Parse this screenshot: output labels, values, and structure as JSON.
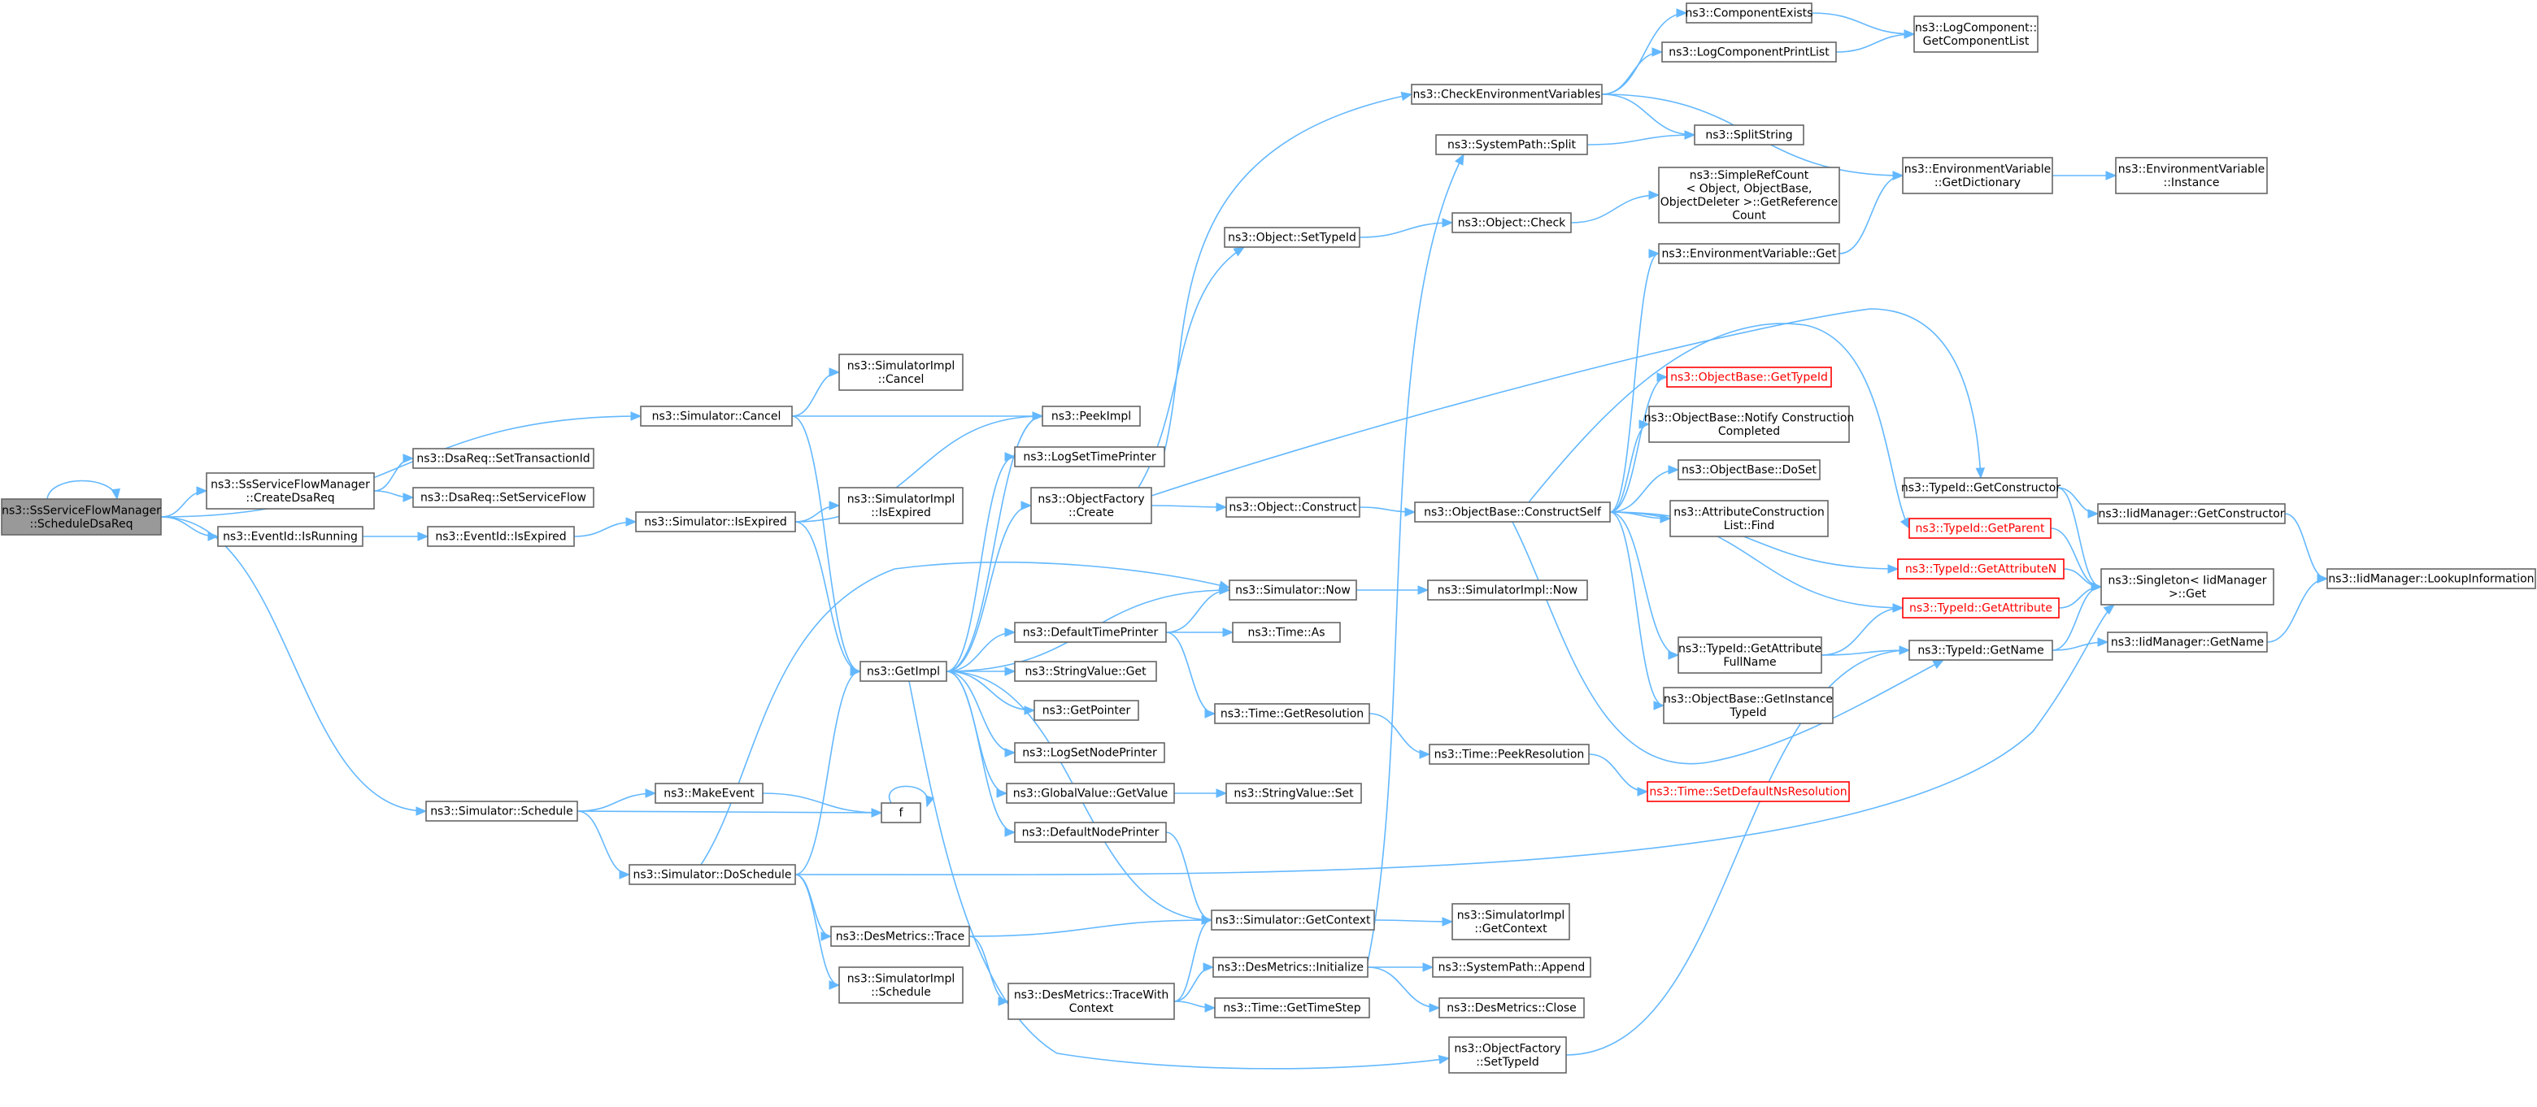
{
  "nodes": [
    {
      "id": "root",
      "lines": [
        "ns3::SsServiceFlowManager",
        "::ScheduleDsaReq"
      ],
      "style": "root"
    },
    {
      "id": "cancel",
      "lines": [
        "ns3::Simulator::Cancel"
      ]
    },
    {
      "id": "createDsaReq",
      "lines": [
        "ns3::SsServiceFlowManager",
        "::CreateDsaReq"
      ]
    },
    {
      "id": "isRunning",
      "lines": [
        "ns3::EventId::IsRunning"
      ]
    },
    {
      "id": "schedule",
      "lines": [
        "ns3::Simulator::Schedule"
      ]
    },
    {
      "id": "simImplCancel",
      "lines": [
        "ns3::SimulatorImpl",
        "::Cancel"
      ]
    },
    {
      "id": "peekImpl",
      "lines": [
        "ns3::PeekImpl"
      ]
    },
    {
      "id": "setTransactionId",
      "lines": [
        "ns3::DsaReq::SetTransactionId"
      ]
    },
    {
      "id": "setServiceFlow",
      "lines": [
        "ns3::DsaReq::SetServiceFlow"
      ]
    },
    {
      "id": "eidIsExpired",
      "lines": [
        "ns3::EventId::IsExpired"
      ]
    },
    {
      "id": "simIsExpired",
      "lines": [
        "ns3::Simulator::IsExpired"
      ]
    },
    {
      "id": "simImplIsExpired",
      "lines": [
        "ns3::SimulatorImpl",
        "::IsExpired"
      ]
    },
    {
      "id": "getImpl",
      "lines": [
        "ns3::GetImpl"
      ]
    },
    {
      "id": "makeEvent",
      "lines": [
        "ns3::MakeEvent"
      ]
    },
    {
      "id": "f",
      "lines": [
        "f"
      ]
    },
    {
      "id": "doSchedule",
      "lines": [
        "ns3::Simulator::DoSchedule"
      ]
    },
    {
      "id": "desTrace",
      "lines": [
        "ns3::DesMetrics::Trace"
      ]
    },
    {
      "id": "simImplSchedule",
      "lines": [
        "ns3::SimulatorImpl",
        "::Schedule"
      ]
    },
    {
      "id": "logSetTimePrinter",
      "lines": [
        "ns3::LogSetTimePrinter"
      ]
    },
    {
      "id": "objFactoryCreate",
      "lines": [
        "ns3::ObjectFactory",
        "::Create"
      ]
    },
    {
      "id": "simNow",
      "lines": [
        "ns3::Simulator::Now"
      ]
    },
    {
      "id": "defaultTimePrinter",
      "lines": [
        "ns3::DefaultTimePrinter"
      ]
    },
    {
      "id": "stringValueGet",
      "lines": [
        "ns3::StringValue::Get"
      ]
    },
    {
      "id": "getPointer",
      "lines": [
        "ns3::GetPointer"
      ]
    },
    {
      "id": "logSetNodePrinter",
      "lines": [
        "ns3::LogSetNodePrinter"
      ]
    },
    {
      "id": "globalValueGetValue",
      "lines": [
        "ns3::GlobalValue::GetValue"
      ]
    },
    {
      "id": "defaultNodePrinter",
      "lines": [
        "ns3::DefaultNodePrinter"
      ]
    },
    {
      "id": "desTraceWithContext",
      "lines": [
        "ns3::DesMetrics::TraceWith",
        "Context"
      ]
    },
    {
      "id": "checkEnvVars",
      "lines": [
        "ns3::CheckEnvironmentVariables"
      ]
    },
    {
      "id": "objSetTypeId",
      "lines": [
        "ns3::Object::SetTypeId"
      ]
    },
    {
      "id": "objConstruct",
      "lines": [
        "ns3::Object::Construct"
      ]
    },
    {
      "id": "timeAs",
      "lines": [
        "ns3::Time::As"
      ]
    },
    {
      "id": "timeGetResolution",
      "lines": [
        "ns3::Time::GetResolution"
      ]
    },
    {
      "id": "stringValueSet",
      "lines": [
        "ns3::StringValue::Set"
      ]
    },
    {
      "id": "simGetContext",
      "lines": [
        "ns3::Simulator::GetContext"
      ]
    },
    {
      "id": "desInitialize",
      "lines": [
        "ns3::DesMetrics::Initialize"
      ]
    },
    {
      "id": "timeGetTimeStep",
      "lines": [
        "ns3::Time::GetTimeStep"
      ]
    },
    {
      "id": "objFactorySetTypeId",
      "lines": [
        "ns3::ObjectFactory",
        "::SetTypeId"
      ]
    },
    {
      "id": "systemPathSplit",
      "lines": [
        "ns3::SystemPath::Split"
      ]
    },
    {
      "id": "objCheck",
      "lines": [
        "ns3::Object::Check"
      ]
    },
    {
      "id": "constructSelf",
      "lines": [
        "ns3::ObjectBase::ConstructSelf"
      ]
    },
    {
      "id": "simImplNow",
      "lines": [
        "ns3::SimulatorImpl::Now"
      ]
    },
    {
      "id": "timePeekResolution",
      "lines": [
        "ns3::Time::PeekResolution"
      ]
    },
    {
      "id": "simImplGetContext",
      "lines": [
        "ns3::SimulatorImpl",
        "::GetContext"
      ]
    },
    {
      "id": "systemPathAppend",
      "lines": [
        "ns3::SystemPath::Append"
      ]
    },
    {
      "id": "desClose",
      "lines": [
        "ns3::DesMetrics::Close"
      ]
    },
    {
      "id": "componentExists",
      "lines": [
        "ns3::ComponentExists"
      ]
    },
    {
      "id": "logComponentPrintList",
      "lines": [
        "ns3::LogComponentPrintList"
      ]
    },
    {
      "id": "splitString",
      "lines": [
        "ns3::SplitString"
      ]
    },
    {
      "id": "simpleRefCount",
      "lines": [
        "ns3::SimpleRefCount",
        "< Object, ObjectBase,",
        "ObjectDeleter >::GetReference",
        "Count"
      ]
    },
    {
      "id": "envVarGet",
      "lines": [
        "ns3::EnvironmentVariable::Get"
      ]
    },
    {
      "id": "objBaseGetTypeId",
      "lines": [
        "ns3::ObjectBase::GetTypeId"
      ],
      "style": "red"
    },
    {
      "id": "notifyConstructionCompleted",
      "lines": [
        "ns3::ObjectBase::Notify Construction",
        "Completed"
      ]
    },
    {
      "id": "objBaseDoSet",
      "lines": [
        "ns3::ObjectBase::DoSet"
      ]
    },
    {
      "id": "attrConstructionListFind",
      "lines": [
        "ns3::AttributeConstruction",
        "List::Find"
      ]
    },
    {
      "id": "typeIdGetAttributeFullName",
      "lines": [
        "ns3::TypeId::GetAttribute",
        "FullName"
      ]
    },
    {
      "id": "getInstanceTypeId",
      "lines": [
        "ns3::ObjectBase::GetInstance",
        "TypeId"
      ]
    },
    {
      "id": "setDefaultNsResolution",
      "lines": [
        "ns3::Time::SetDefaultNsResolution"
      ],
      "style": "red"
    },
    {
      "id": "logCompGetComponentList",
      "lines": [
        "ns3::LogComponent::",
        "GetComponentList"
      ]
    },
    {
      "id": "envVarGetDictionary",
      "lines": [
        "ns3::EnvironmentVariable",
        "::GetDictionary"
      ]
    },
    {
      "id": "typeIdGetConstructor",
      "lines": [
        "ns3::TypeId::GetConstructor"
      ]
    },
    {
      "id": "typeIdGetParent",
      "lines": [
        "ns3::TypeId::GetParent"
      ],
      "style": "red"
    },
    {
      "id": "typeIdGetAttributeN",
      "lines": [
        "ns3::TypeId::GetAttributeN"
      ],
      "style": "red"
    },
    {
      "id": "typeIdGetAttribute",
      "lines": [
        "ns3::TypeId::GetAttribute"
      ],
      "style": "red"
    },
    {
      "id": "typeIdGetName",
      "lines": [
        "ns3::TypeId::GetName"
      ]
    },
    {
      "id": "envVarInstance",
      "lines": [
        "ns3::EnvironmentVariable",
        "::Instance"
      ]
    },
    {
      "id": "iidMgrGetConstructor",
      "lines": [
        "ns3::IidManager::GetConstructor"
      ]
    },
    {
      "id": "singletonGet",
      "lines": [
        "ns3::Singleton< IidManager",
        ">::Get"
      ]
    },
    {
      "id": "iidMgrGetName",
      "lines": [
        "ns3::IidManager::GetName"
      ]
    },
    {
      "id": "iidMgrLookupInformation",
      "lines": [
        "ns3::IidManager::LookupInformation"
      ]
    }
  ],
  "edges": [
    [
      "root",
      "root"
    ],
    [
      "root",
      "cancel"
    ],
    [
      "root",
      "createDsaReq"
    ],
    [
      "root",
      "isRunning"
    ],
    [
      "root",
      "schedule"
    ],
    [
      "cancel",
      "simImplCancel"
    ],
    [
      "cancel",
      "peekImpl"
    ],
    [
      "cancel",
      "getImpl"
    ],
    [
      "createDsaReq",
      "setTransactionId"
    ],
    [
      "createDsaReq",
      "setServiceFlow"
    ],
    [
      "isRunning",
      "eidIsExpired"
    ],
    [
      "eidIsExpired",
      "simIsExpired"
    ],
    [
      "simIsExpired",
      "peekImpl"
    ],
    [
      "simIsExpired",
      "simImplIsExpired"
    ],
    [
      "simIsExpired",
      "getImpl"
    ],
    [
      "schedule",
      "makeEvent"
    ],
    [
      "schedule",
      "f"
    ],
    [
      "schedule",
      "doSchedule"
    ],
    [
      "makeEvent",
      "f"
    ],
    [
      "f",
      "f"
    ],
    [
      "doSchedule",
      "getImpl"
    ],
    [
      "doSchedule",
      "simNow"
    ],
    [
      "doSchedule",
      "desTrace"
    ],
    [
      "doSchedule",
      "simImplSchedule"
    ],
    [
      "doSchedule",
      "singletonGet"
    ],
    [
      "desTrace",
      "simGetContext"
    ],
    [
      "desTrace",
      "desTraceWithContext"
    ],
    [
      "getImpl",
      "peekImpl"
    ],
    [
      "getImpl",
      "logSetTimePrinter"
    ],
    [
      "getImpl",
      "objFactoryCreate"
    ],
    [
      "getImpl",
      "simNow"
    ],
    [
      "getImpl",
      "defaultTimePrinter"
    ],
    [
      "getImpl",
      "stringValueGet"
    ],
    [
      "getImpl",
      "getPointer"
    ],
    [
      "getImpl",
      "logSetNodePrinter"
    ],
    [
      "getImpl",
      "globalValueGetValue"
    ],
    [
      "getImpl",
      "defaultNodePrinter"
    ],
    [
      "getImpl",
      "simGetContext"
    ],
    [
      "getImpl",
      "objFactorySetTypeId"
    ],
    [
      "logSetTimePrinter",
      "checkEnvVars"
    ],
    [
      "objFactoryCreate",
      "objSetTypeId"
    ],
    [
      "objFactoryCreate",
      "objConstruct"
    ],
    [
      "objFactoryCreate",
      "typeIdGetConstructor"
    ],
    [
      "defaultTimePrinter",
      "simNow"
    ],
    [
      "defaultTimePrinter",
      "timeAs"
    ],
    [
      "defaultTimePrinter",
      "timeGetResolution"
    ],
    [
      "globalValueGetValue",
      "stringValueSet"
    ],
    [
      "defaultNodePrinter",
      "simGetContext"
    ],
    [
      "desTraceWithContext",
      "simGetContext"
    ],
    [
      "desTraceWithContext",
      "desInitialize"
    ],
    [
      "desTraceWithContext",
      "timeGetTimeStep"
    ],
    [
      "simNow",
      "simImplNow"
    ],
    [
      "timeGetResolution",
      "timePeekResolution"
    ],
    [
      "timePeekResolution",
      "setDefaultNsResolution"
    ],
    [
      "simGetContext",
      "simImplGetContext"
    ],
    [
      "desInitialize",
      "systemPathAppend"
    ],
    [
      "desInitialize",
      "desClose"
    ],
    [
      "desInitialize",
      "systemPathSplit"
    ],
    [
      "objFactorySetTypeId",
      "typeIdGetName"
    ],
    [
      "objSetTypeId",
      "objCheck"
    ],
    [
      "objCheck",
      "simpleRefCount"
    ],
    [
      "objConstruct",
      "constructSelf"
    ],
    [
      "constructSelf",
      "envVarGet"
    ],
    [
      "constructSelf",
      "objBaseGetTypeId"
    ],
    [
      "constructSelf",
      "notifyConstructionCompleted"
    ],
    [
      "constructSelf",
      "objBaseDoSet"
    ],
    [
      "constructSelf",
      "attrConstructionListFind"
    ],
    [
      "constructSelf",
      "typeIdGetParent"
    ],
    [
      "constructSelf",
      "typeIdGetAttributeN"
    ],
    [
      "constructSelf",
      "typeIdGetAttribute"
    ],
    [
      "constructSelf",
      "typeIdGetAttributeFullName"
    ],
    [
      "constructSelf",
      "getInstanceTypeId"
    ],
    [
      "constructSelf",
      "typeIdGetName"
    ],
    [
      "typeIdGetAttributeFullName",
      "typeIdGetAttribute"
    ],
    [
      "typeIdGetAttributeFullName",
      "typeIdGetName"
    ],
    [
      "systemPathSplit",
      "splitString"
    ],
    [
      "checkEnvVars",
      "componentExists"
    ],
    [
      "checkEnvVars",
      "logComponentPrintList"
    ],
    [
      "checkEnvVars",
      "splitString"
    ],
    [
      "checkEnvVars",
      "envVarGetDictionary"
    ],
    [
      "componentExists",
      "logCompGetComponentList"
    ],
    [
      "logComponentPrintList",
      "logCompGetComponentList"
    ],
    [
      "envVarGet",
      "envVarGetDictionary"
    ],
    [
      "envVarGetDictionary",
      "envVarInstance"
    ],
    [
      "typeIdGetConstructor",
      "iidMgrGetConstructor"
    ],
    [
      "typeIdGetConstructor",
      "singletonGet"
    ],
    [
      "typeIdGetParent",
      "singletonGet"
    ],
    [
      "typeIdGetAttributeN",
      "singletonGet"
    ],
    [
      "typeIdGetAttribute",
      "singletonGet"
    ],
    [
      "typeIdGetName",
      "singletonGet"
    ],
    [
      "typeIdGetName",
      "iidMgrGetName"
    ],
    [
      "iidMgrGetConstructor",
      "iidMgrLookupInformation"
    ],
    [
      "iidMgrGetName",
      "iidMgrLookupInformation"
    ]
  ]
}
